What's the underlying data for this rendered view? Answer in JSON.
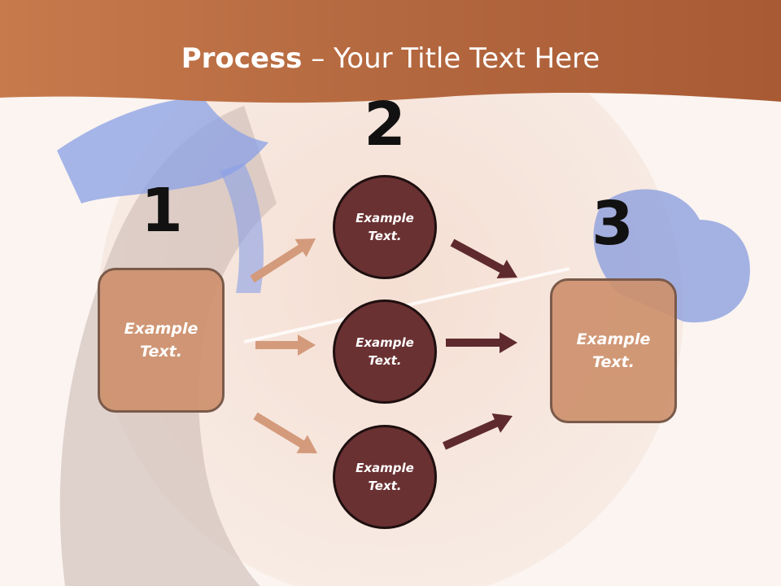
{
  "title": {
    "bold": "Process",
    "rest": " Your Title Text Here",
    "dash": " –"
  },
  "steps": [
    "1",
    "2",
    "3"
  ],
  "left_box": {
    "text": "Example Text."
  },
  "circles": [
    {
      "text": "Example Text."
    },
    {
      "text": "Example Text."
    },
    {
      "text": "Example Text."
    }
  ],
  "right_box": {
    "text": "Example Text."
  },
  "colors": {
    "banner": "#c0703f",
    "box_fill": "#cd906c",
    "circle_fill": "#6a3132",
    "left_arrow": "#d39a7b",
    "right_arrow": "#5e2a2e"
  }
}
